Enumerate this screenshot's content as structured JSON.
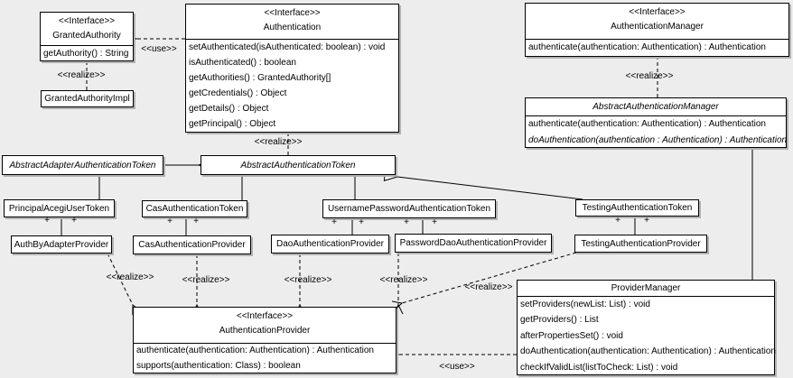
{
  "labels": {
    "use": "<<use>>",
    "realize": "<<realize>>",
    "plus": "+"
  },
  "colors": {
    "background": "#EDEDED",
    "box_fill": "#FFFFFF",
    "line": "#000000",
    "shadow": "#B2B2B2"
  },
  "classes": {
    "granted_authority": {
      "stereotype": "<<Interface>>",
      "name": "GrantedAuthority",
      "methods": [
        "getAuthority() : String"
      ]
    },
    "granted_authority_impl": {
      "name": "GrantedAuthorityImpl"
    },
    "authentication": {
      "stereotype": "<<Interface>>",
      "name": "Authentication",
      "methods": [
        "setAuthenticated(isAuthenticated: boolean) : void",
        "isAuthenticated() : boolean",
        "getAuthorities() : GrantedAuthority[]",
        "getCredentials() : Object",
        "getDetails() : Object",
        "getPrincipal() : Object"
      ]
    },
    "authentication_manager": {
      "stereotype": "<<Interface>>",
      "name": "AuthenticationManager",
      "methods": [
        "authenticate(authentication: Authentication) : Authentication"
      ]
    },
    "abstract_authentication_manager": {
      "name": "AbstractAuthenticationManager",
      "methods": [
        "authenticate(authentication: Authentication) : Authentication",
        "doAuthentication(authentication : Authentication) : Authentication"
      ]
    },
    "abstract_adapter_authentication_token": {
      "name": "AbstractAdapterAuthenticationToken"
    },
    "abstract_authentication_token": {
      "name": "AbstractAuthenticationToken"
    },
    "principal_acegi_user_token": {
      "name": "PrincipalAcegiUserToken"
    },
    "cas_authentication_token": {
      "name": "CasAuthenticationToken"
    },
    "username_password_authentication_token": {
      "name": "UsernamePasswordAuthenticationToken"
    },
    "testing_authentication_token": {
      "name": "TestingAuthenticationToken"
    },
    "auth_by_adapter_provider": {
      "name": "AuthByAdapterProvider"
    },
    "cas_authentication_provider": {
      "name": "CasAuthenticationProvider"
    },
    "dao_authentication_provider": {
      "name": "DaoAuthenticationProvider"
    },
    "password_dao_authentication_provider": {
      "name": "PasswordDaoAuthenticationProvider"
    },
    "testing_authentication_provider": {
      "name": "TestingAuthenticationProvider"
    },
    "authentication_provider": {
      "stereotype": "<<Interface>>",
      "name": "AuthenticationProvider",
      "methods": [
        "authenticate(authentication: Authentication) : Authentication",
        "supports(authentication: Class) : boolean"
      ]
    },
    "provider_manager": {
      "name": "ProviderManager",
      "methods": [
        "setProviders(newList: List) : void",
        "getProviders() : List",
        "afterPropertiesSet() : void",
        "doAuthentication(authentication: Authentication) : Authentication",
        "checkIfValidList(listToCheck: List) : void"
      ]
    }
  }
}
